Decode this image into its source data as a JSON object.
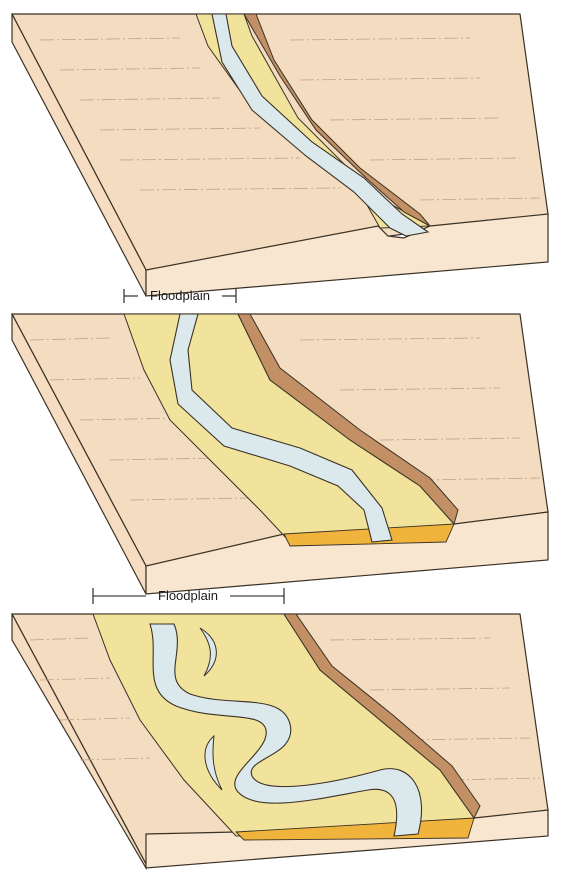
{
  "figure": {
    "panels": [
      {
        "id": "stage-1",
        "label": ""
      },
      {
        "id": "stage-2",
        "label": "Floodplain"
      },
      {
        "id": "stage-3",
        "label": "Floodplain"
      }
    ]
  },
  "colors": {
    "land_top": "#f4dcc0",
    "land_side": "#f6dcc0",
    "land_front": "#f9e6d0",
    "floodplain": "#f1e39c",
    "river": "#dce9ec",
    "sediment": "#f0b33c",
    "cliff": "#c39066",
    "outline": "#3a3226"
  }
}
